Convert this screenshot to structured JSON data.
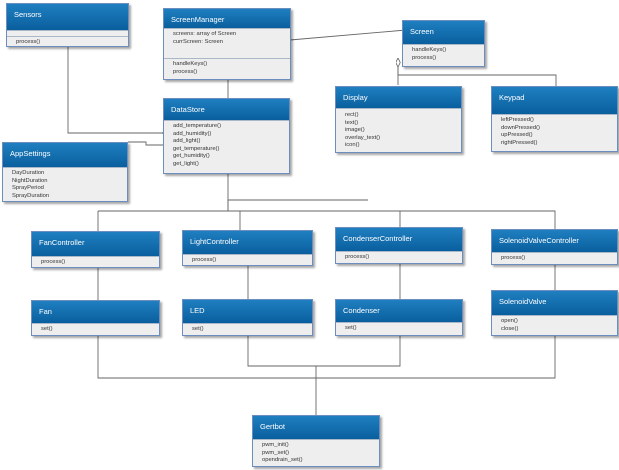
{
  "classes": {
    "sensors": {
      "name": "Sensors",
      "attributes": [],
      "methods": [
        "process()"
      ]
    },
    "screen_manager": {
      "name": "ScreenManager",
      "attributes": [
        "screens: array of Screen",
        "currScreen: Screen"
      ],
      "methods": [
        "handleKeys()",
        "process()"
      ]
    },
    "screen": {
      "name": "Screen",
      "attributes": [],
      "methods": [
        "handleKeys()",
        "process()"
      ]
    },
    "data_store": {
      "name": "DataStore",
      "attributes": [],
      "methods": [
        "add_temperature()",
        "add_humidity()",
        "add_light()",
        "get_temperature()",
        "get_humidity()",
        "get_light()"
      ]
    },
    "display": {
      "name": "Display",
      "attributes": [],
      "methods": [
        "rect()",
        "text()",
        "image()",
        "overlay_text()",
        "icon()"
      ]
    },
    "keypad": {
      "name": "Keypad",
      "attributes": [],
      "methods": [
        "leftPressed()",
        "downPressed()",
        "upPressed()",
        "rightPressed()"
      ]
    },
    "app_settings": {
      "name": "AppSettings",
      "attributes": [
        "DayDuration",
        "NightDuration",
        "SprayPeriod",
        "SprayDuration"
      ],
      "methods": []
    },
    "fan_controller": {
      "name": "FanController",
      "attributes": [],
      "methods": [
        "process()"
      ]
    },
    "light_controller": {
      "name": "LightController",
      "attributes": [],
      "methods": [
        "process()"
      ]
    },
    "condenser_controller": {
      "name": "CondenserController",
      "attributes": [],
      "methods": [
        "process()"
      ]
    },
    "solenoid_valve_controller": {
      "name": "SolenoidValveController",
      "attributes": [],
      "methods": [
        "process()"
      ]
    },
    "fan": {
      "name": "Fan",
      "attributes": [],
      "methods": [
        "set()"
      ]
    },
    "led": {
      "name": "LED",
      "attributes": [],
      "methods": [
        "set()"
      ]
    },
    "condenser": {
      "name": "Condenser",
      "attributes": [],
      "methods": [
        "set()"
      ]
    },
    "solenoid_valve": {
      "name": "SolenoidValve",
      "attributes": [],
      "methods": [
        "open()",
        "close()"
      ]
    },
    "gertbot": {
      "name": "Gertbot",
      "attributes": [],
      "methods": [
        "pwm_init()",
        "pwm_set()",
        "opendrain_set()"
      ]
    }
  },
  "colors": {
    "header": "#0a6aad",
    "body": "#eeeeee",
    "line": "#555555"
  }
}
